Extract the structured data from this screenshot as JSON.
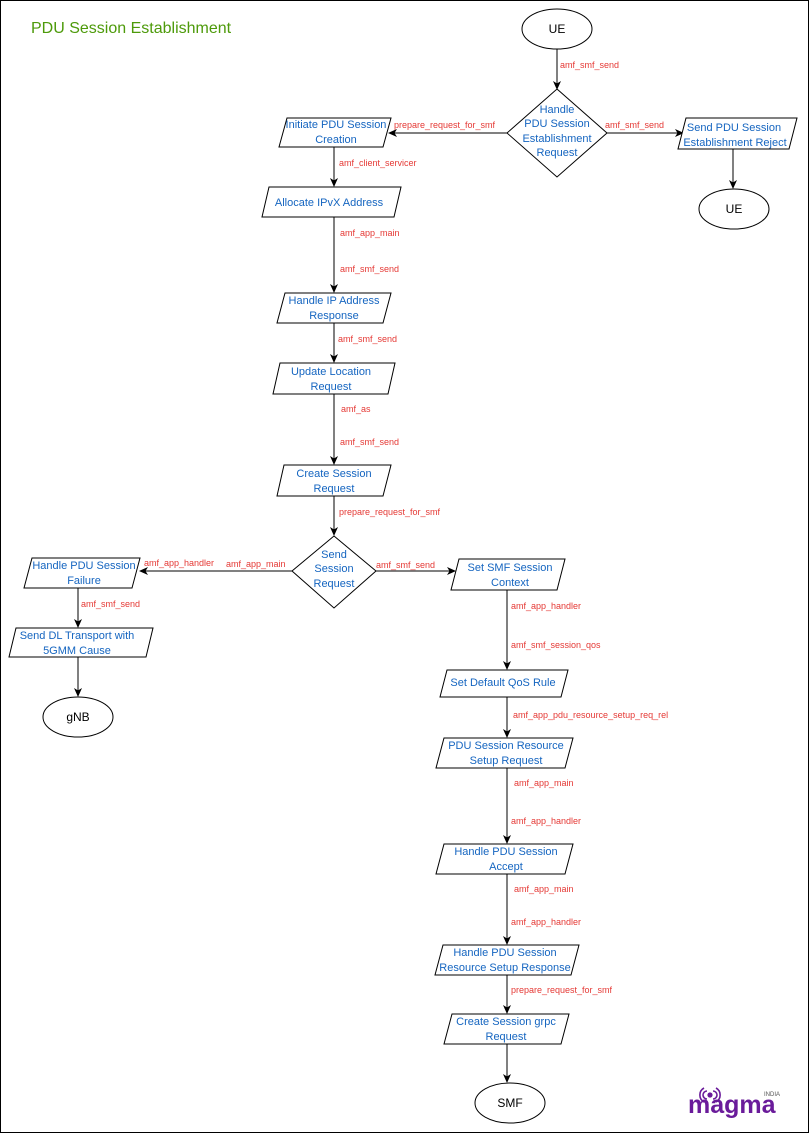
{
  "title": "PDU Session Establishment",
  "colors": {
    "title": "#4d9a0a",
    "node_text": "#1565c0",
    "edge_label": "#e53935",
    "logo": "#6a1b9a"
  },
  "logo": {
    "text": "magma",
    "tag": "INDIA"
  },
  "nodes": {
    "ue_start": "UE",
    "handle_pdu_req": [
      "Handle",
      "PDU Session",
      "Establishment",
      "Request"
    ],
    "initiate_pdu": [
      "Initiate PDU Session",
      "Creation"
    ],
    "send_reject": [
      "Send PDU Session",
      "Establishment Reject"
    ],
    "ue_end": "UE",
    "allocate_ip": [
      "Allocate IPvX Address"
    ],
    "handle_ip_resp": [
      "Handle IP Address",
      "Response"
    ],
    "update_location": [
      "Update Location",
      "Request"
    ],
    "create_session_req": [
      "Create Session",
      "Request"
    ],
    "send_session_req": [
      "Send",
      "Session",
      "Request"
    ],
    "handle_pdu_fail": [
      "Handle PDU Session",
      "Failure"
    ],
    "send_dl_transport": [
      "Send  DL Transport with",
      "5GMM Cause"
    ],
    "gnb": "gNB",
    "set_smf_ctx": [
      "Set SMF Session",
      "Context"
    ],
    "set_qos": [
      "Set Default QoS Rule"
    ],
    "pdu_res_setup_req": [
      "PDU Session Resource",
      "Setup Request"
    ],
    "handle_pdu_accept": [
      "Handle PDU Session",
      "Accept"
    ],
    "handle_res_setup_resp": [
      "Handle PDU Session",
      "Resource Setup Response"
    ],
    "create_grpc": [
      "Create Session grpc",
      "Request"
    ],
    "smf": "SMF"
  },
  "edge_labels": {
    "ue_to_handle": "amf_smf_send",
    "handle_to_initiate": "prepare_request_for_smf",
    "handle_to_reject": "amf_smf_send",
    "initiate_to_allocate": "amf_client_servicer",
    "allocate_to_handleip_1": "amf_app_main",
    "allocate_to_handleip_2": "amf_smf_send",
    "handleip_to_update": "amf_smf_send",
    "update_to_create_1": "amf_as",
    "update_to_create_2": "amf_smf_send",
    "create_to_send": "prepare_request_for_smf",
    "send_to_fail_1": "amf_app_handler",
    "send_to_fail_2": "amf_app_main",
    "send_to_smfctx": "amf_smf_send",
    "fail_to_dl": "amf_smf_send",
    "smfctx_to_qos_1": "amf_app_handler",
    "smfctx_to_qos_2": "amf_smf_session_qos",
    "qos_to_setup": "amf_app_pdu_resource_setup_req_rel",
    "setup_to_accept_1": "amf_app_main",
    "setup_to_accept_2": "amf_app_handler",
    "accept_to_resp_1": "amf_app_main",
    "accept_to_resp_2": "amf_app_handler",
    "resp_to_grpc": "prepare_request_for_smf"
  }
}
